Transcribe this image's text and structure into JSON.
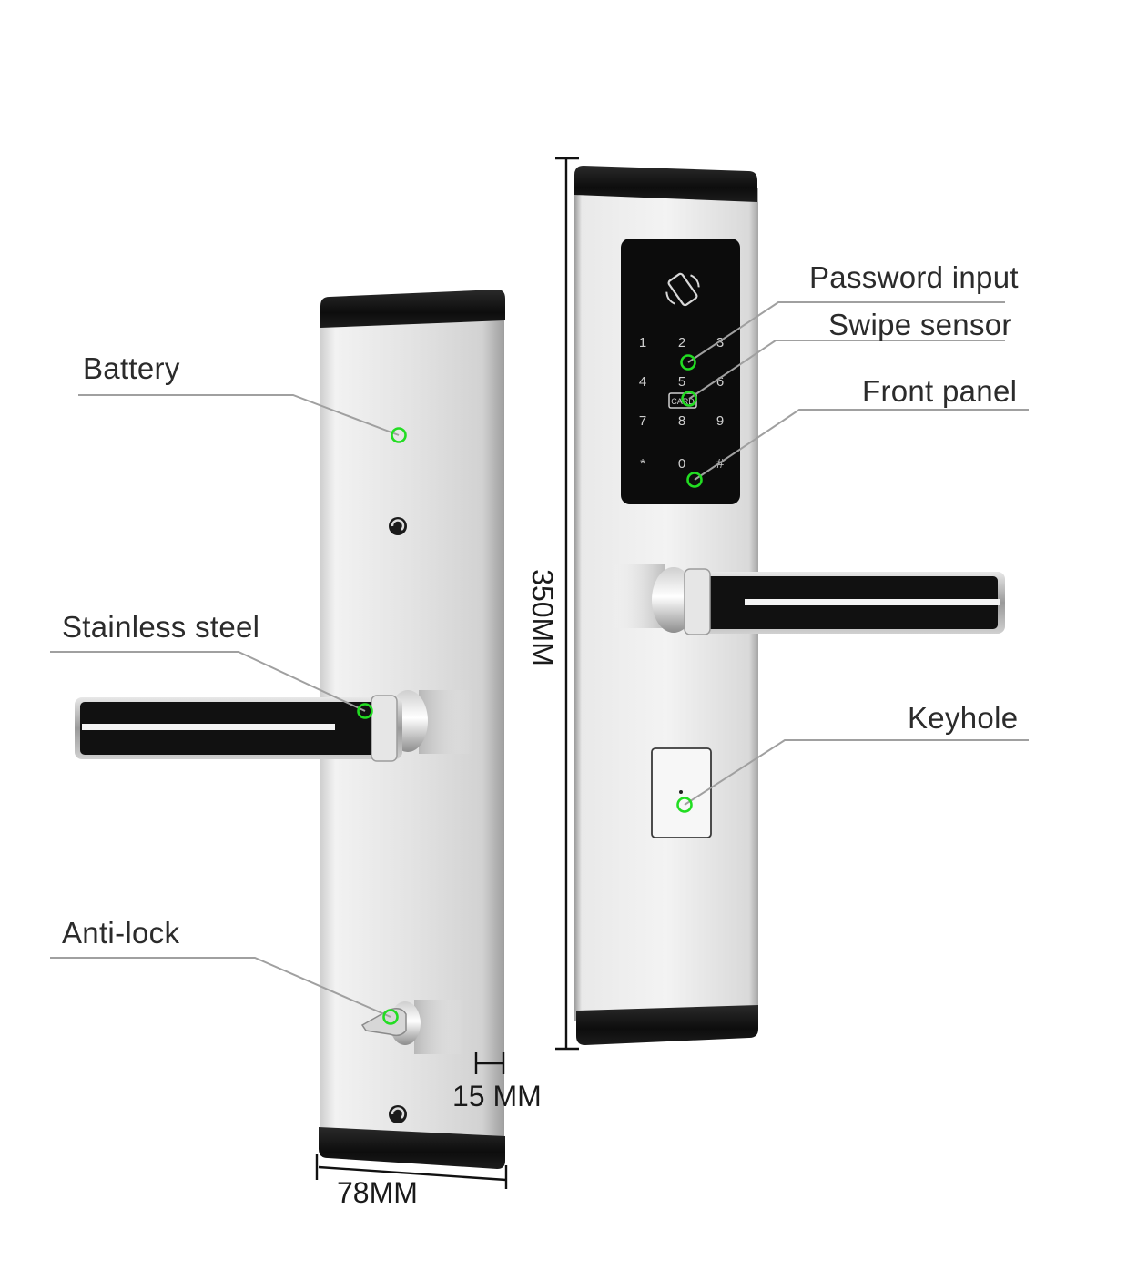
{
  "labels": {
    "battery": "Battery",
    "stainless_steel": "Stainless steel",
    "anti_lock": "Anti-lock",
    "password_input": "Password input",
    "swipe_sensor": "Swipe sensor",
    "front_panel": "Front panel",
    "keyhole": "Keyhole"
  },
  "dimensions": {
    "height": "350MM",
    "width": "78MM",
    "thickness": "15 MM"
  },
  "keypad": {
    "keys": [
      "1",
      "2",
      "3",
      "4",
      "5",
      "6",
      "7",
      "8",
      "9",
      "*",
      "0",
      "#"
    ],
    "card_label": "CARD"
  },
  "colors": {
    "marker": "#22dd22",
    "steel_light": "#e4e4e4",
    "steel_dark": "#a9a9a9",
    "cap": "#111111",
    "leader": "#a0a0a0"
  }
}
